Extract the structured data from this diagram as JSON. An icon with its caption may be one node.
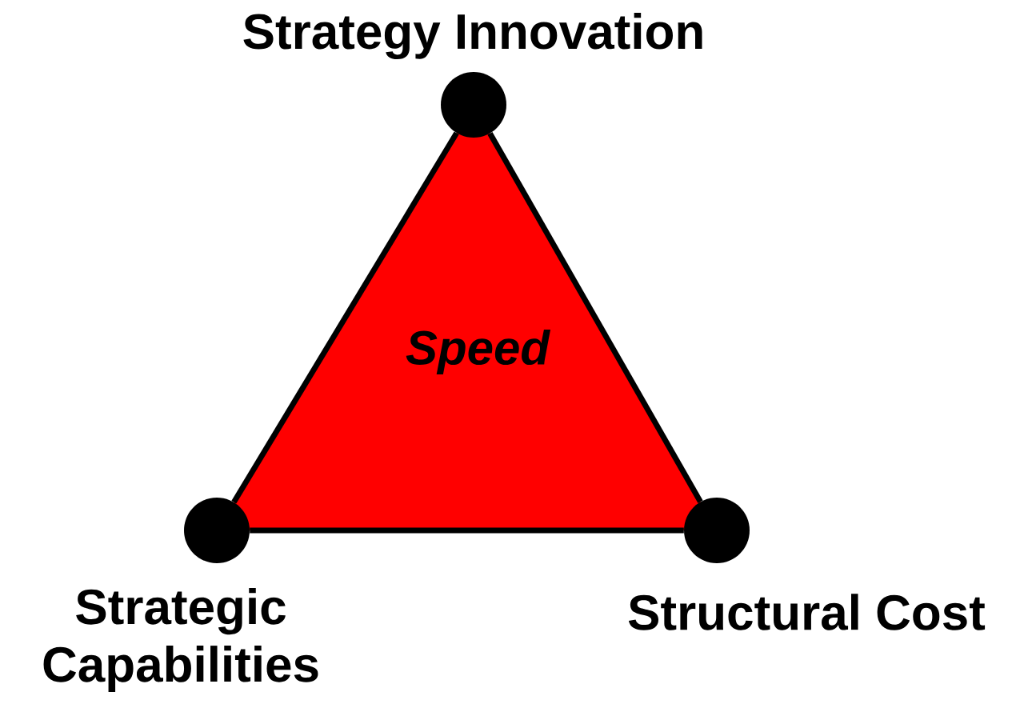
{
  "diagram": {
    "nodes": [
      {
        "text": [],
        "shape": "circle",
        "beside": [
          "Strategy Innovation"
        ]
      },
      {
        "text": [
          "Speed"
        ]
      },
      {
        "text": [],
        "shape": "circle",
        "beside": [
          "Strategic Capabilities"
        ]
      },
      {
        "text": [],
        "shape": "circle",
        "beside": [
          "Structural Cost"
        ]
      }
    ],
    "edges": [
      {
        "from": 0,
        "to": 2,
        "arrow": "none"
      },
      {
        "from": 2,
        "to": 3,
        "arrow": "none"
      },
      {
        "from": 3,
        "to": 0,
        "arrow": "none"
      }
    ]
  }
}
